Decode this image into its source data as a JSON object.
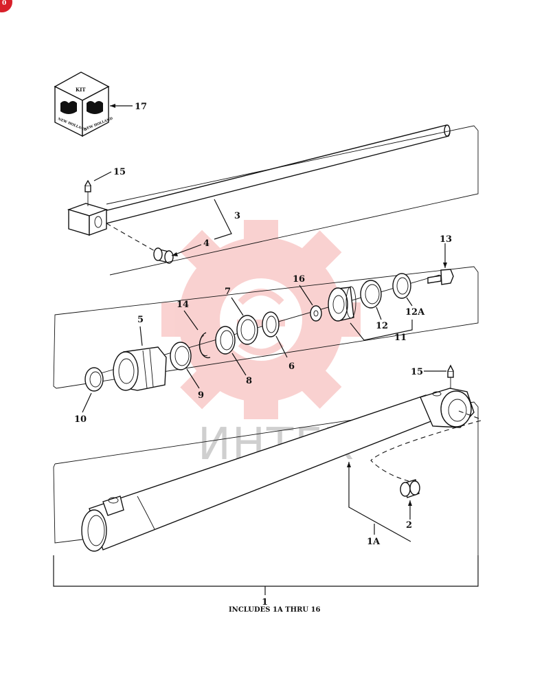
{
  "corner_badge": "0",
  "watermark": {
    "text": "ИНТЕХ",
    "color": "#e8332c"
  },
  "kit": {
    "label": "KIT",
    "brand": "NEW HOLLAND"
  },
  "callouts": {
    "c17": "17",
    "c15a": "15",
    "c3": "3",
    "c4": "4",
    "c13": "13",
    "c16": "16",
    "c7": "7",
    "c14": "14",
    "c5": "5",
    "c12": "12",
    "c12a": "12A",
    "c11": "11",
    "c6": "6",
    "c8": "8",
    "c9": "9",
    "c10": "10",
    "c15b": "15",
    "c2": "2",
    "c1a": "1A",
    "c1": "1"
  },
  "includes_note": "INCLUDES 1A THRU 16"
}
